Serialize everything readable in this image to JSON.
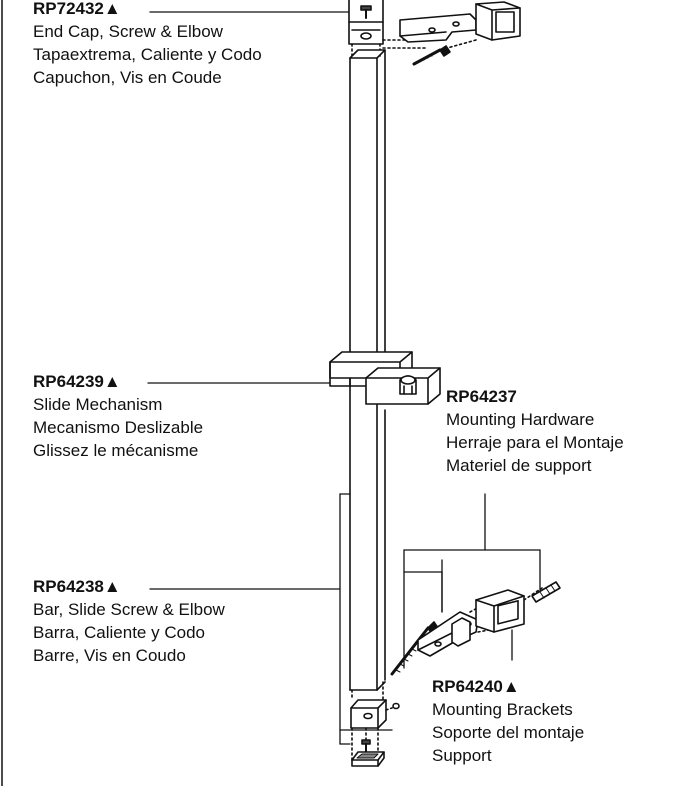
{
  "parts": [
    {
      "code": "RP72432▲",
      "lines": [
        "End Cap, Screw & Elbow",
        "Tapaextrema, Caliente y Codo",
        "Capuchon, Vis en Coude"
      ]
    },
    {
      "code": "RP64239▲",
      "lines": [
        "Slide Mechanism",
        "Mecanismo Deslizable",
        "Glissez le mécanisme"
      ]
    },
    {
      "code": "RP64237",
      "lines": [
        "Mounting Hardware",
        "Herraje para el Montaje",
        "Materiel de support"
      ]
    },
    {
      "code": "RP64238▲",
      "lines": [
        "Bar, Slide Screw & Elbow",
        "Barra, Caliente y Codo",
        "Barre, Vis en Coudo"
      ]
    },
    {
      "code": "RP64240▲",
      "lines": [
        "Mounting Brackets",
        "Soporte del montaje",
        "Support"
      ]
    }
  ]
}
